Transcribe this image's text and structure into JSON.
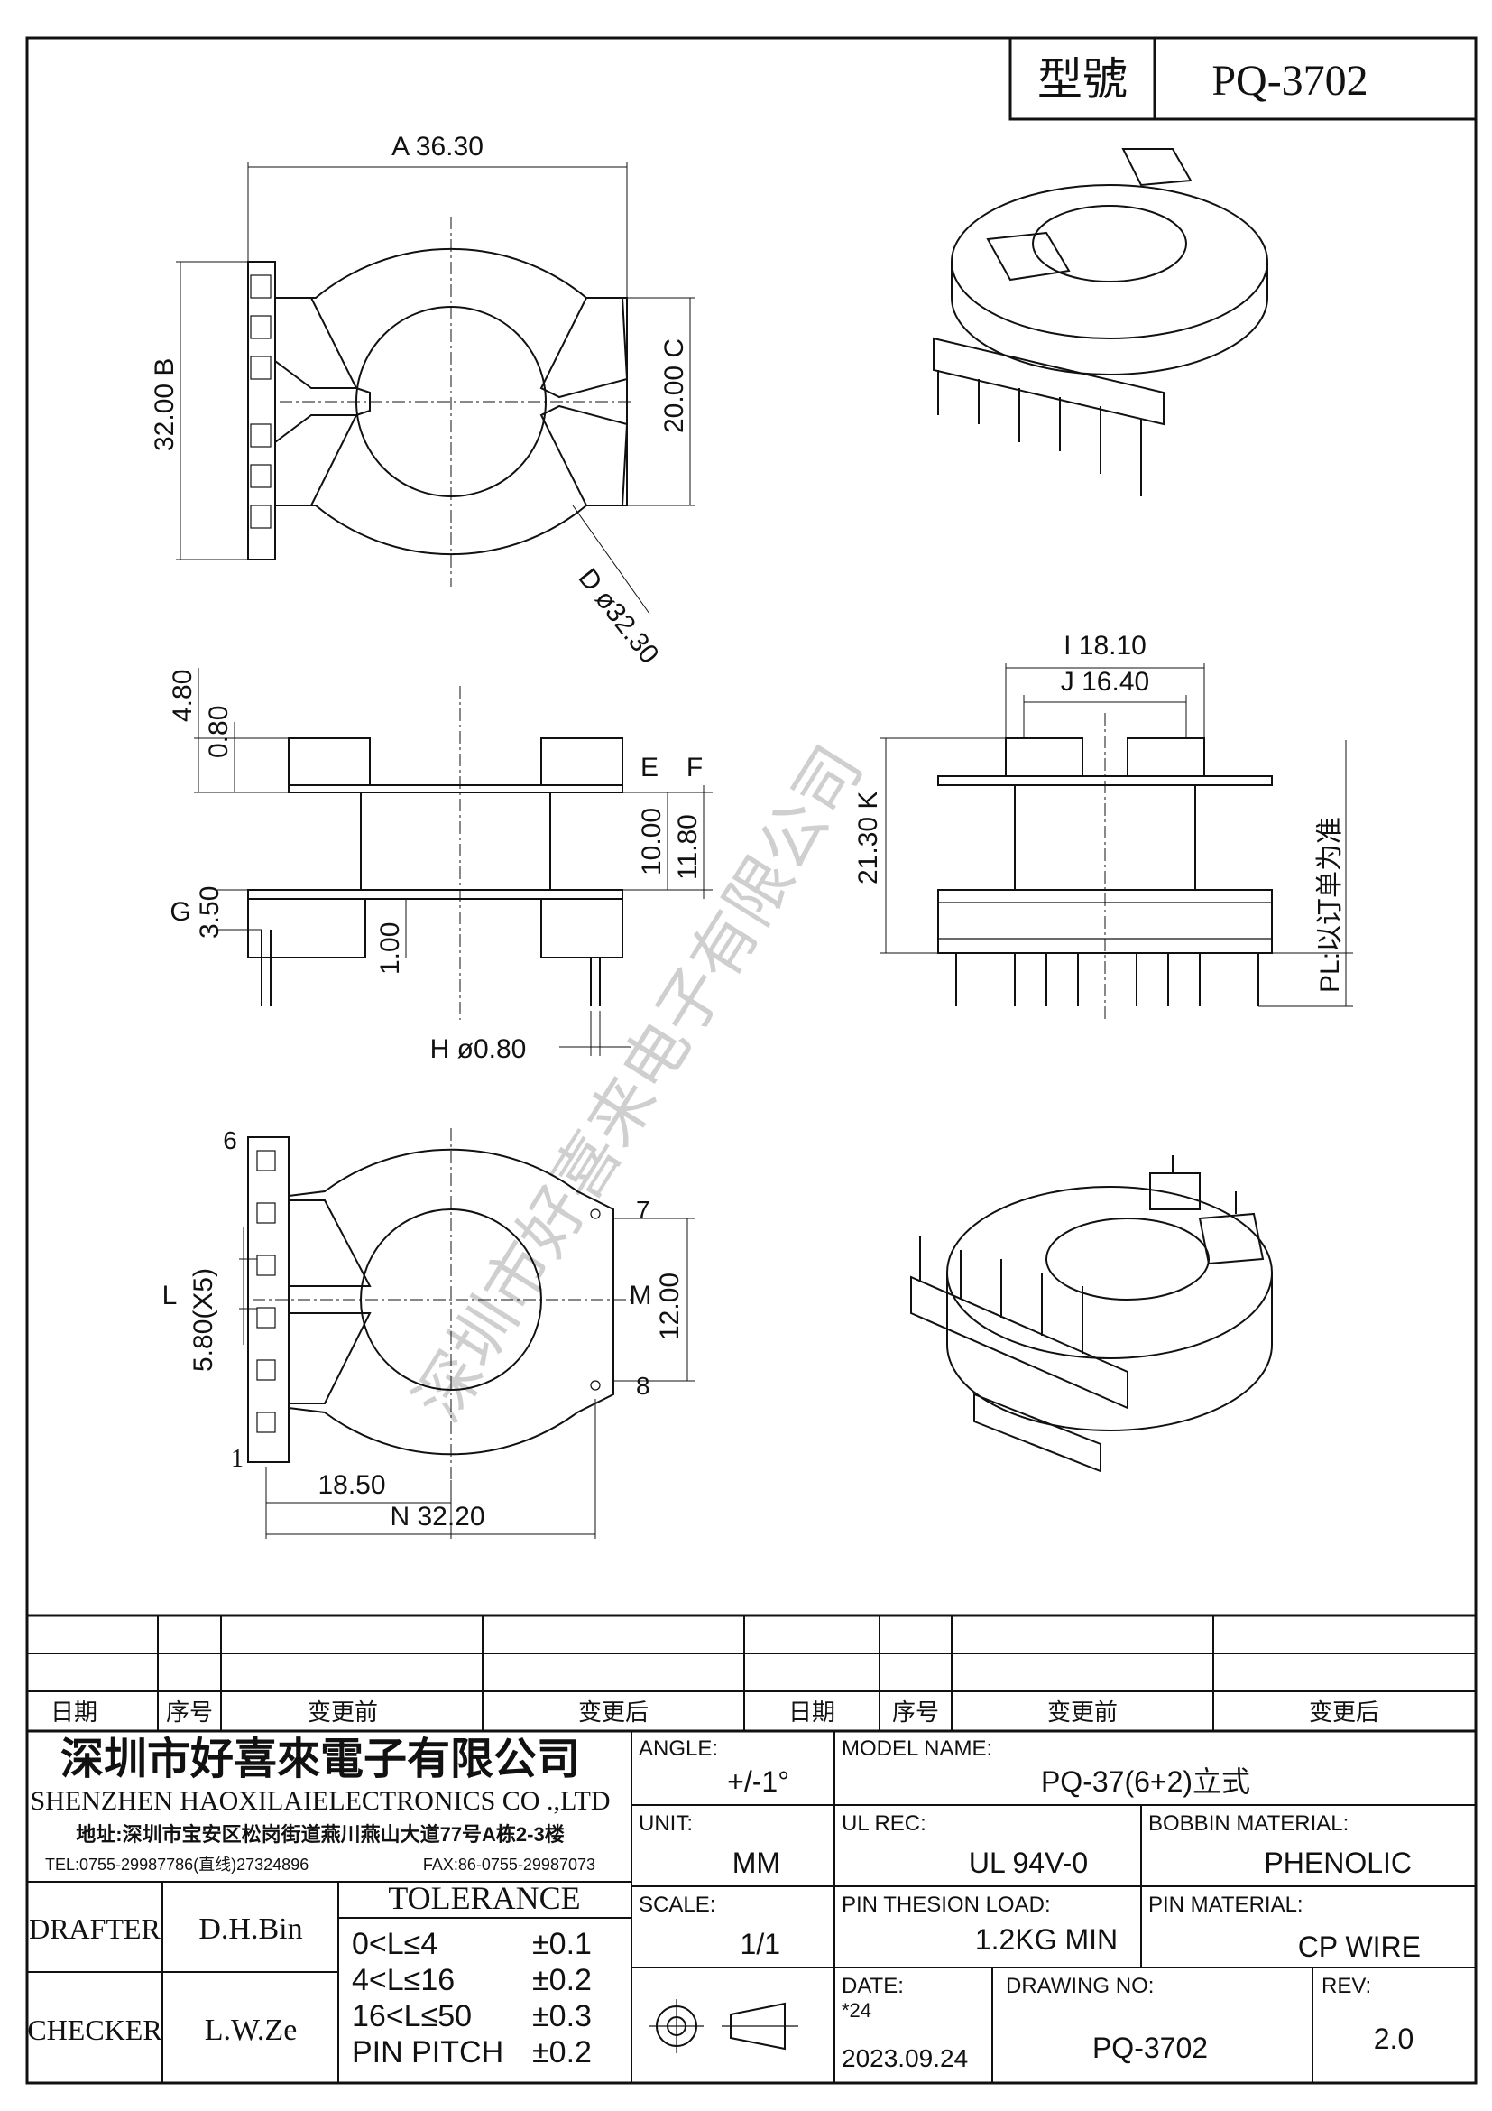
{
  "header": {
    "label_model": "型號",
    "model": "PQ-3702"
  },
  "dims": {
    "A": "36.30",
    "B": "32.00",
    "C": "20.00",
    "D": "ø32.30",
    "h480": "4.80",
    "h080": "0.80",
    "E": "E",
    "F": "F",
    "h1000": "10.00",
    "h1180": "11.80",
    "G": "3.50",
    "h100": "1.00",
    "H": "ø0.80",
    "I": "18.10",
    "J": "16.40",
    "K": "21.30",
    "pl_note": "PL:以订单为准",
    "L": "5.80(X5)",
    "M": "12.00",
    "w1850": "18.50",
    "N": "32.20"
  },
  "circled": {
    "A": "A",
    "B": "B",
    "C": "C",
    "D": "D",
    "E": "E",
    "F": "F",
    "G": "G",
    "H": "H",
    "I": "I",
    "J": "J",
    "K": "K",
    "L": "L",
    "M": "M",
    "N": "N"
  },
  "pins": {
    "p6": "6",
    "p7": "7",
    "p8": "8",
    "p1": "1"
  },
  "watermark": "深圳市好喜来电子有限公司",
  "change_table": {
    "headers": [
      "日期",
      "序号",
      "变更前",
      "变更后",
      "日期",
      "序号",
      "变更前",
      "变更后"
    ]
  },
  "company": {
    "name_cn": "深圳市好喜來電子有限公司",
    "name_en": "SHENZHEN HAOXILAIELECTRONICS CO .,LTD",
    "address": "地址:深圳市宝安区松岗街道燕川燕山大道77号A栋2-3楼",
    "tel": "TEL:0755-29987786(直线)27324896",
    "fax": "FAX:86-0755-29987073"
  },
  "title_block": {
    "angle_label": "ANGLE:",
    "angle": "+/-1°",
    "model_label": "MODEL NAME:",
    "model_name": "PQ-37(6+2)立式",
    "unit_label": "UNIT:",
    "unit": "MM",
    "ulrec_label": "UL REC:",
    "ulrec": "UL  94V-0",
    "bobbin_label": "BOBBIN MATERIAL:",
    "bobbin": "PHENOLIC",
    "scale_label": "SCALE:",
    "scale": "1/1",
    "pinload_label": "PIN THESION LOAD:",
    "pinload": "1.2KG MIN",
    "pinmat_label": "PIN MATERIAL:",
    "pinmat": "CP  WIRE",
    "date_label": "DATE:",
    "date_code": "*24",
    "date": "2023.09.24",
    "drawno_label": "DRAWING NO:",
    "drawno": "PQ-3702",
    "rev_label": "REV:",
    "rev": "2.0",
    "drafter_label": "DRAFTER",
    "drafter": "D.H.Bin",
    "checker_label": "CHECKER",
    "checker": "L.W.Ze",
    "tolerance_label": "TOLERANCE",
    "tol": [
      {
        "range": "0<L≤4",
        "val": "±0.1"
      },
      {
        "range": "4<L≤16",
        "val": "±0.2"
      },
      {
        "range": "16<L≤50",
        "val": "±0.3"
      },
      {
        "range": "PIN PITCH",
        "val": "±0.2"
      }
    ]
  }
}
